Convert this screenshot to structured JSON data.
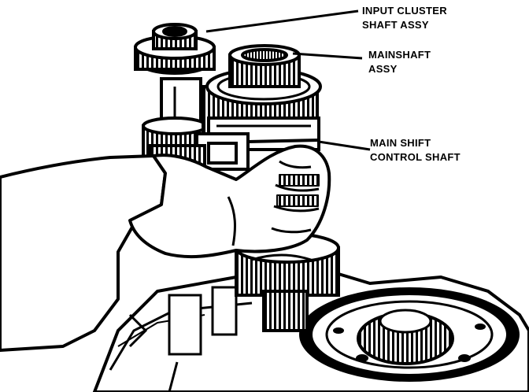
{
  "callouts": {
    "input_cluster": {
      "line1": "INPUT CLUSTER",
      "line2": "SHAFT ASSY"
    },
    "mainshaft": {
      "line1": "MAINSHAFT",
      "line2": "ASSY"
    },
    "control_shaft": {
      "line1": "MAIN SHIFT",
      "line2": "CONTROL SHAFT"
    }
  },
  "colors": {
    "ink": "#000000",
    "paper": "#ffffff"
  }
}
